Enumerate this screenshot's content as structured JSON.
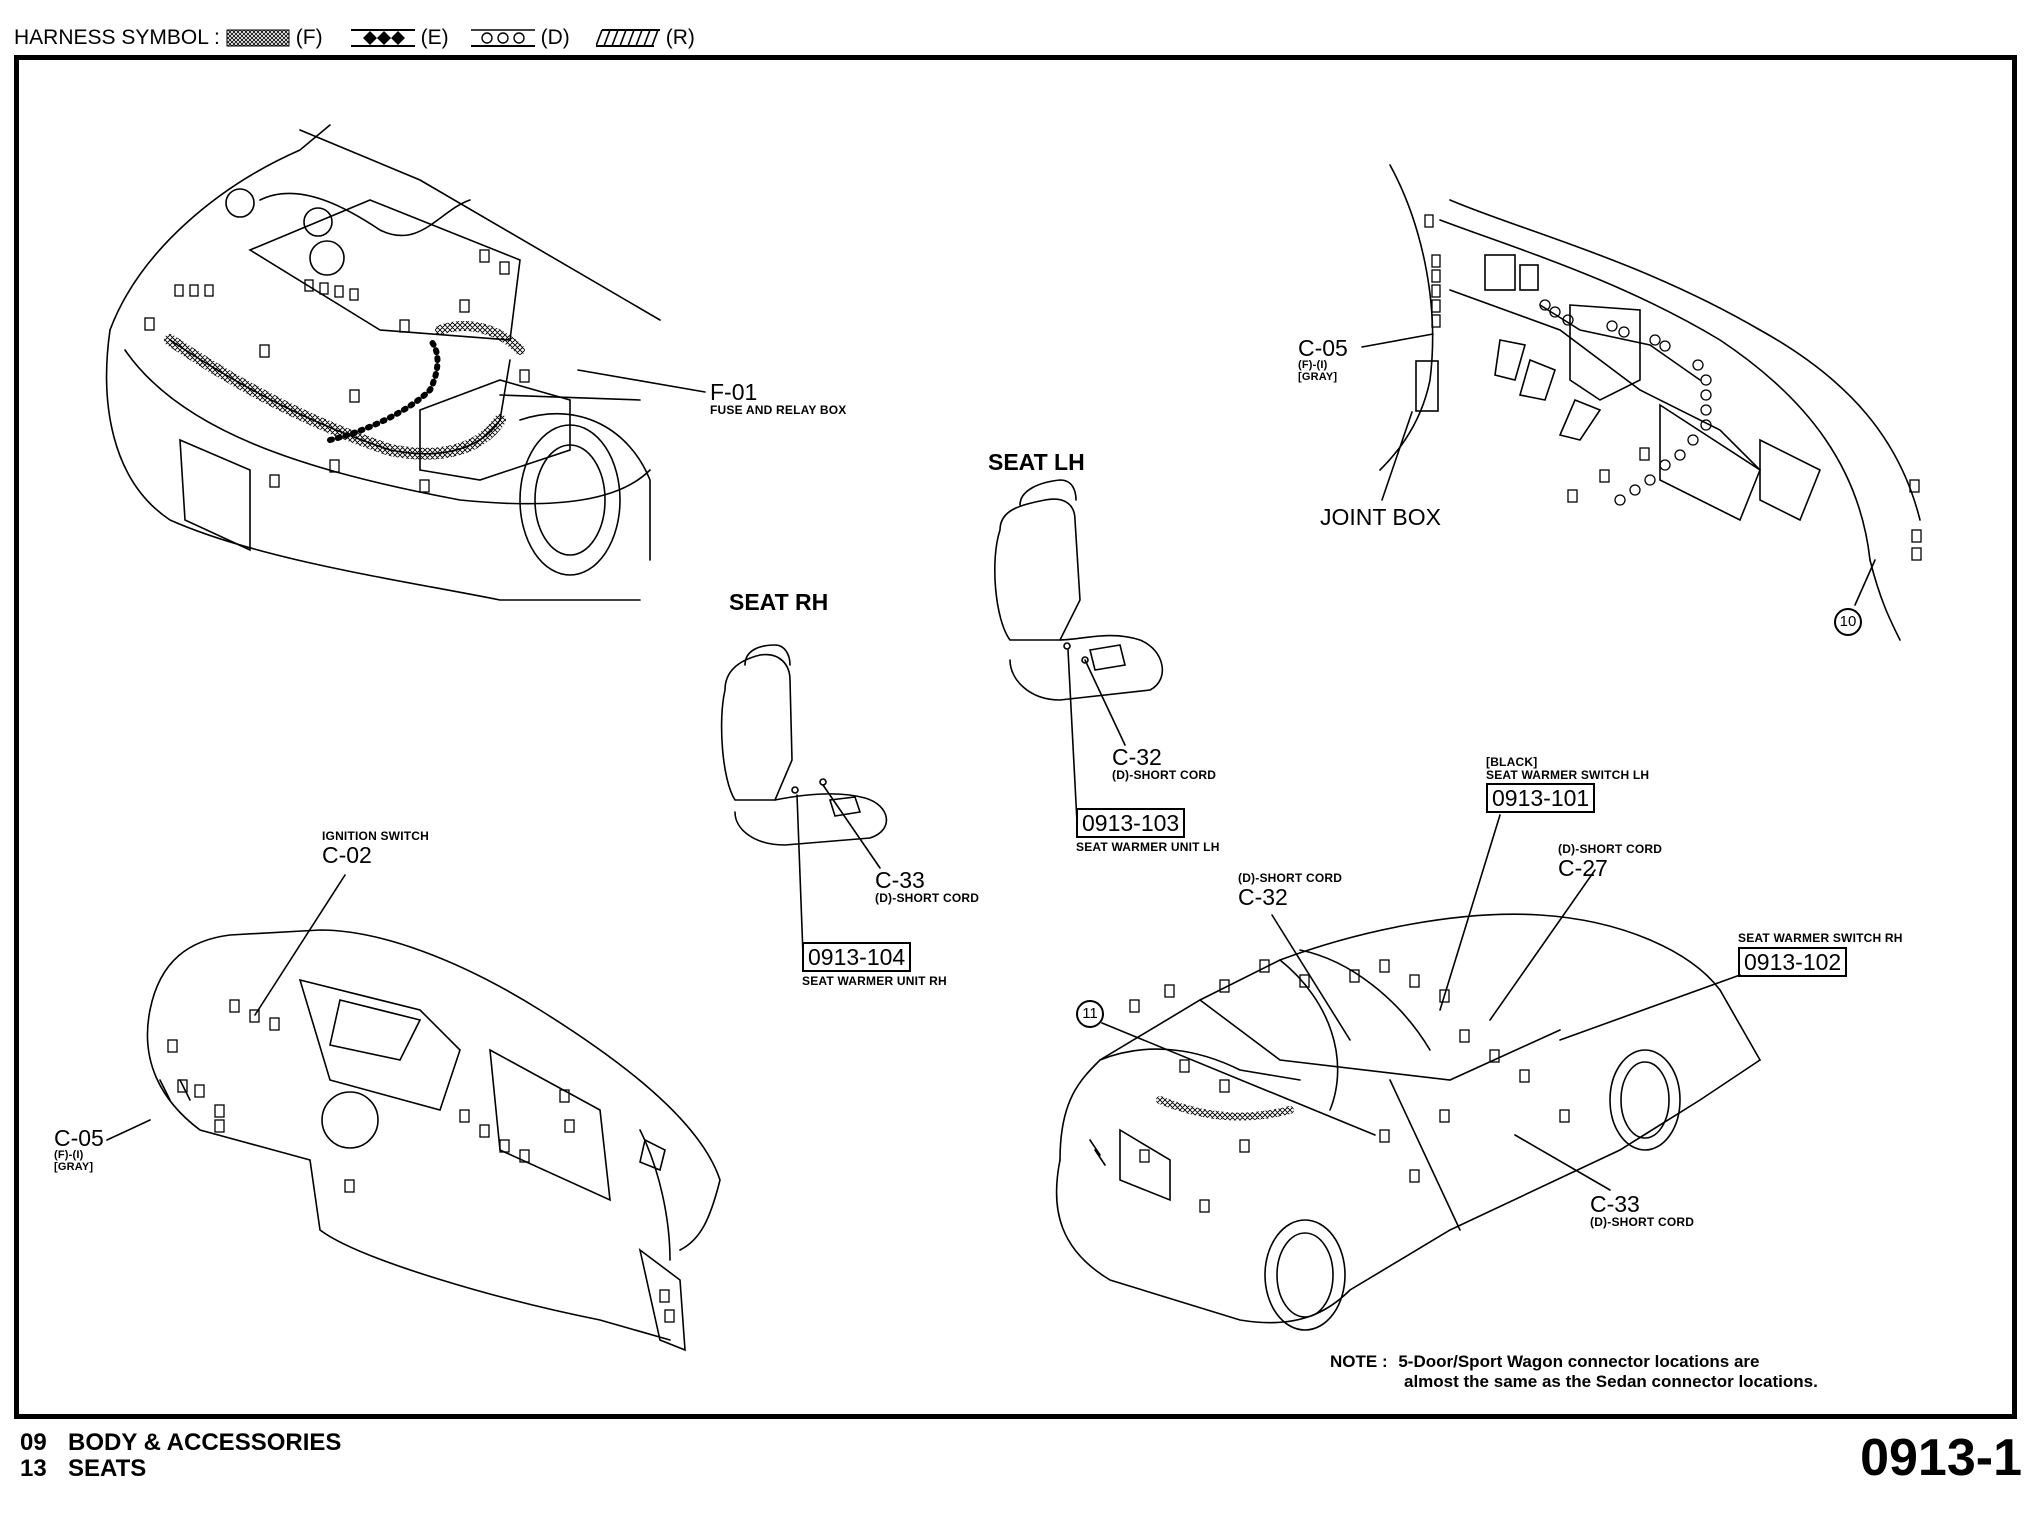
{
  "legend": {
    "title": "HARNESS SYMBOL :",
    "symbols": [
      {
        "icon": "crosshatch-band-icon",
        "code": "(F)"
      },
      {
        "icon": "diamond-band-icon",
        "code": "(E)"
      },
      {
        "icon": "circle-band-icon",
        "code": "(D)"
      },
      {
        "icon": "diagonal-hatch-band-icon",
        "code": "(R)"
      }
    ]
  },
  "views": {
    "engine_bay": {
      "connector": {
        "code": "F-01",
        "description": "FUSE AND RELAY BOX"
      }
    },
    "dashboard_top": {
      "connector": {
        "code": "C-05",
        "harness": "(F)-(I)",
        "color": "[GRAY]"
      },
      "joint_box": "JOINT BOX",
      "callout": "10"
    },
    "seat_lh": {
      "title": "SEAT LH",
      "connector": {
        "code": "C-32",
        "description": "(D)-SHORT CORD"
      },
      "part": {
        "number": "0913-103",
        "description": "SEAT WARMER UNIT LH"
      }
    },
    "seat_rh": {
      "title": "SEAT RH",
      "connector": {
        "code": "C-33",
        "description": "(D)-SHORT CORD"
      },
      "part": {
        "number": "0913-104",
        "description": "SEAT WARMER UNIT RH"
      }
    },
    "dashboard_bottom": {
      "ignition": {
        "description": "IGNITION SWITCH",
        "code": "C-02"
      },
      "connector": {
        "code": "C-05",
        "harness": "(F)-(I)",
        "color": "[GRAY]"
      }
    },
    "vehicle": {
      "switch_lh": {
        "color": "[BLACK]",
        "description": "SEAT WARMER SWITCH LH",
        "number": "0913-101"
      },
      "switch_rh": {
        "description": "SEAT WARMER SWITCH RH",
        "number": "0913-102"
      },
      "c27": {
        "description": "(D)-SHORT CORD",
        "code": "C-27"
      },
      "c32": {
        "description": "(D)-SHORT CORD",
        "code": "C-32"
      },
      "c33": {
        "code": "C-33",
        "description": "(D)-SHORT CORD"
      },
      "callout": "11"
    }
  },
  "note": {
    "label": "NOTE :",
    "line1": "5-Door/Sport Wagon connector locations are",
    "line2": "almost the same as the Sedan connector locations."
  },
  "footer": {
    "section_num": "09",
    "section": "BODY & ACCESSORIES",
    "subsection_num": "13",
    "subsection": "SEATS",
    "page_number": "0913-1"
  }
}
